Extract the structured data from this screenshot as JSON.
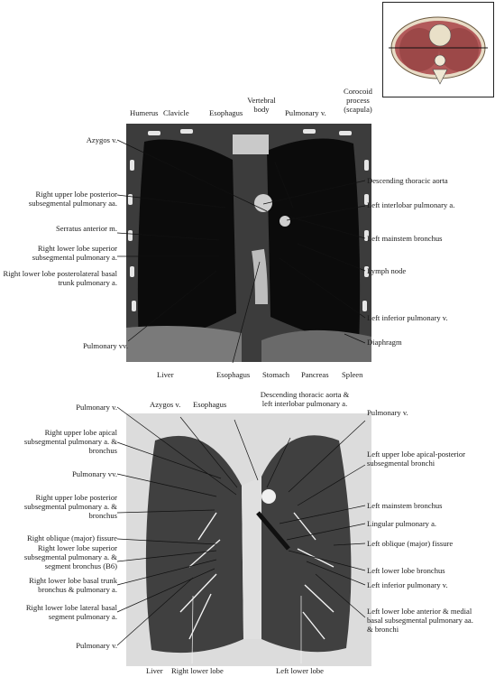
{
  "top_labels": {
    "humerus": "Humerus",
    "clavicle": "Clavicle",
    "esophagus": "Esophagus",
    "vertebral_body": "Vertebral body",
    "pulmonary_v": "Pulmonary v.",
    "coracoid": "Corocoid process (scapula)",
    "azygos": "Azygos v.",
    "desc_aorta": "Descending thoracic aorta",
    "rul_post": "Right upper lobe posterior subsegmental pulmonary aa.",
    "left_interlobar": "Left interlobar pulmonary a.",
    "serratus": "Serratus anterior m.",
    "left_mainstem": "Left mainstem bronchus",
    "rll_sup": "Right lower lobe superior subsegmental pulmonary a.",
    "lymph": "Lymph node",
    "rll_postlat": "Right lower lobe posterolateral basal trunk pulmonary a.",
    "left_inf_pv": "Left inferior pulmonary v.",
    "pulm_vv": "Pulmonary vv.",
    "diaphragm": "Diaphragm",
    "liver": "Liver",
    "esophagus_bottom": "Esophagus",
    "stomach": "Stomach",
    "pancreas": "Pancreas",
    "spleen": "Spleen"
  },
  "bottom_labels": {
    "pulmonary_v_top": "Pulmonary v.",
    "azygos": "Azygos v.",
    "esophagus": "Esophagus",
    "desc_aorta_interlobar": "Descending thoracic aorta & left interlobar pulmonary a.",
    "pulmonary_v_right": "Pulmonary v.",
    "rul_apical": "Right upper lobe apical subsegmental pulmonary a. & bronchus",
    "lul_apical": "Left upper lobe apical-posterior subsegmental bronchi",
    "pulm_vv": "Pulmonary vv.",
    "rul_post": "Right upper lobe posterior subsegmental pulmonary a. & bronchus",
    "left_mainstem": "Left mainstem bronchus",
    "lingular": "Lingular pulmonary a.",
    "right_oblique": "Right oblique (major) fissure",
    "left_oblique": "Left oblique (major) fissure",
    "rll_sup": "Right lower lobe superior subsegmental pulmonary a. & segment bronchus (B6)",
    "left_lower_bronchus": "Left lower lobe bronchus",
    "rll_basal": "Right lower lobe basal trunk bronchus & pulmonary a.",
    "left_inf_pv": "Left inferior pulmonary v.",
    "rll_lateral": "Right lower lobe lateral basal segment pulmonary a.",
    "lll_ant_med": "Left lower lobe anterior & medial basal subsegmental pulmonary aa. & bronchi",
    "pulmonary_v_low": "Pulmonary v.",
    "liver": "Liver",
    "right_lower_lobe": "Right lower lobe",
    "left_lower_lobe": "Left lower lobe"
  }
}
